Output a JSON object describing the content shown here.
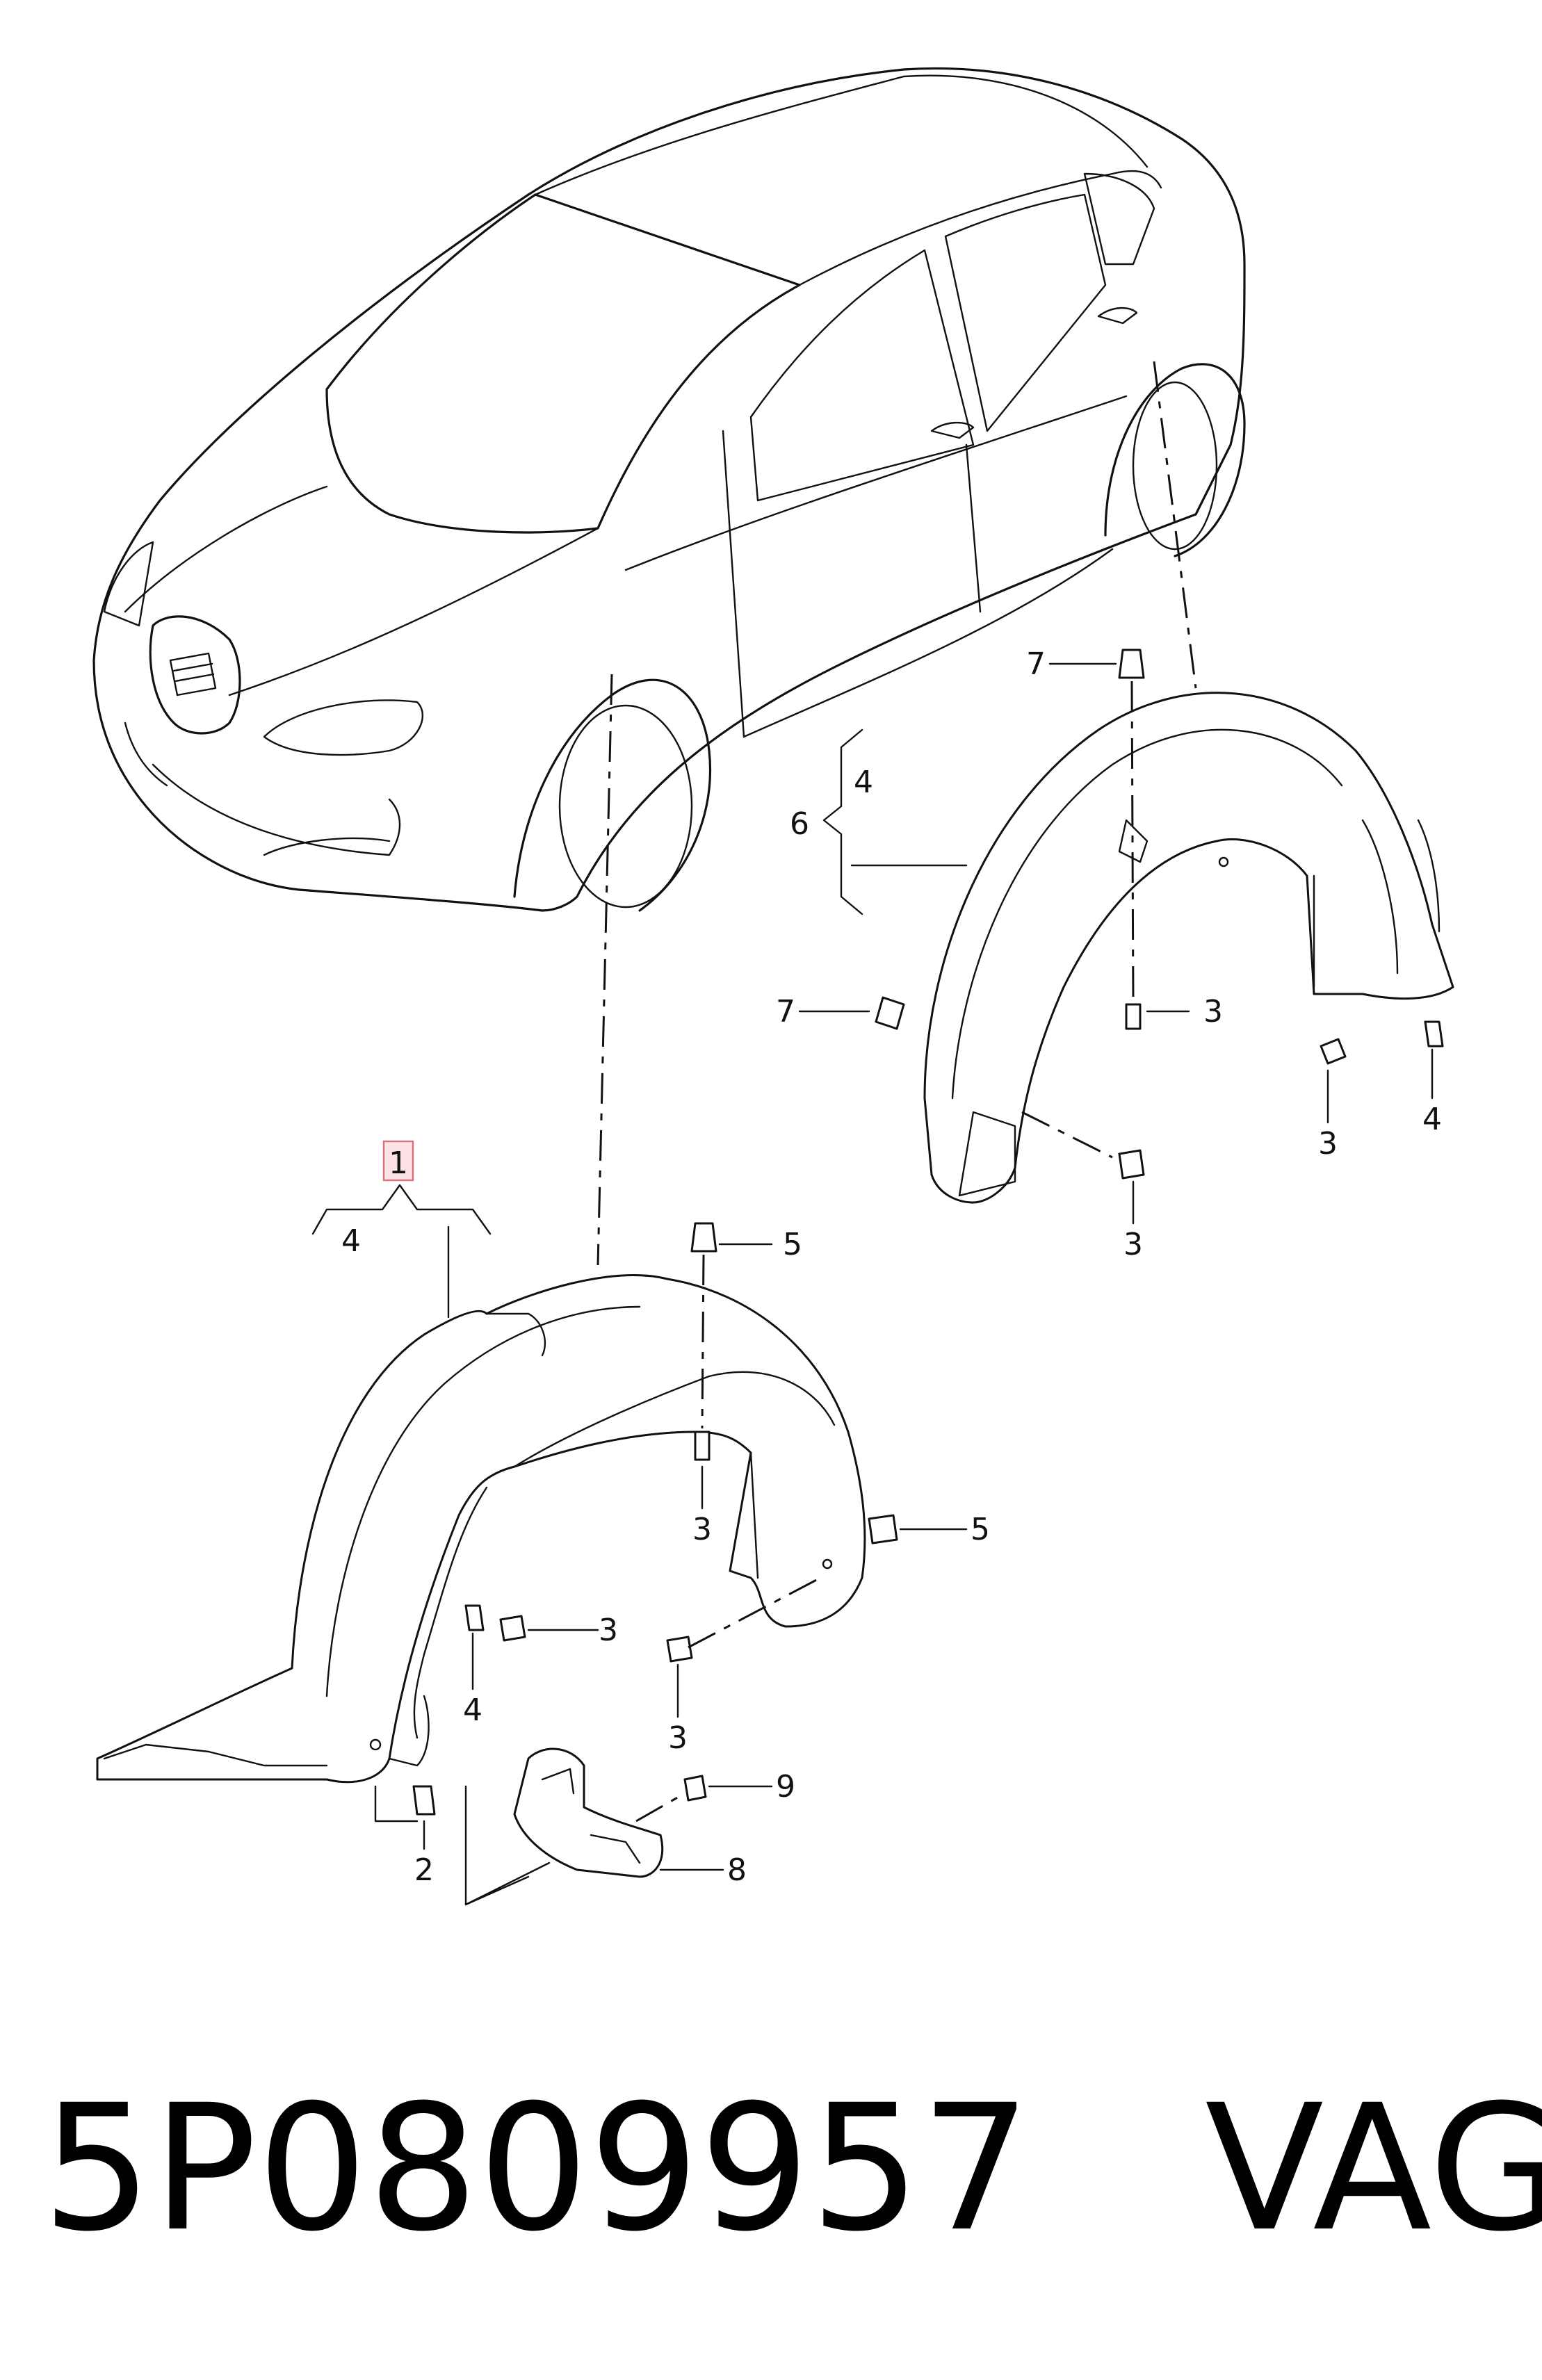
{
  "callouts": {
    "c1_top": "1",
    "c4_a": "4",
    "c4_b": "4",
    "c4_c": "4",
    "c4_d": "4",
    "c6": "6",
    "c7_a": "7",
    "c7_b": "7",
    "c3_a": "3",
    "c3_b": "3",
    "c3_c": "3",
    "c3_d": "3",
    "c3_e": "3",
    "c3_f": "3",
    "c5_a": "5",
    "c5_b": "5",
    "c9": "9",
    "c8": "8",
    "c2": "2"
  },
  "footer": {
    "part_number": "5P0809957",
    "brand": "VAG"
  },
  "colors": {
    "ink": "#111111",
    "highlight_fill": "#fde3e6",
    "highlight_stroke": "#d9707a"
  }
}
